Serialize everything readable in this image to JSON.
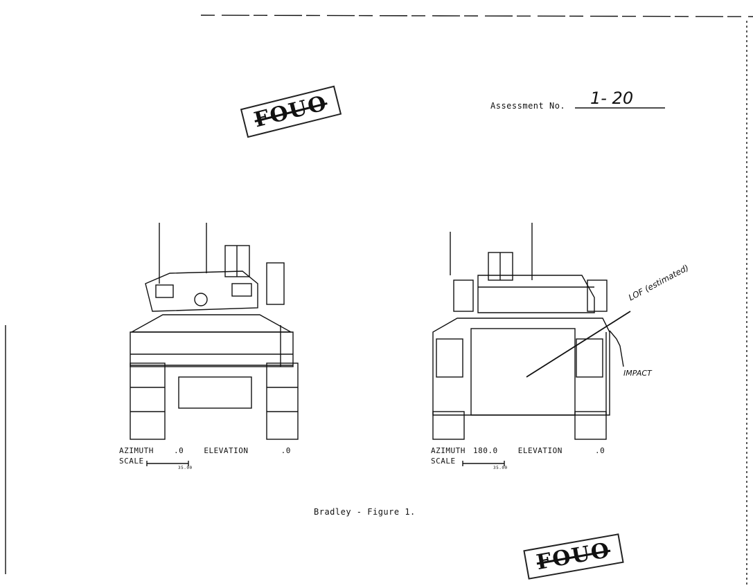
{
  "header": {
    "assessment_label": "Assessment No.",
    "assessment_number": "1- 20"
  },
  "stamps": [
    "FOUO",
    "FOUO"
  ],
  "views": [
    {
      "azimuth_label": "AZIMUTH",
      "azimuth_value": ".0",
      "elevation_label": "ELEVATION",
      "elevation_value": ".0",
      "scale_label": "SCALE",
      "scale_value": "35.00"
    },
    {
      "azimuth_label": "AZIMUTH",
      "azimuth_value": "180.0",
      "elevation_label": "ELEVATION",
      "elevation_value": ".0",
      "scale_label": "SCALE",
      "scale_value": "35.00"
    }
  ],
  "annotations": {
    "lof": "LOF (estimated)",
    "impact": "IMPACT"
  },
  "caption": "Bradley - Figure 1."
}
